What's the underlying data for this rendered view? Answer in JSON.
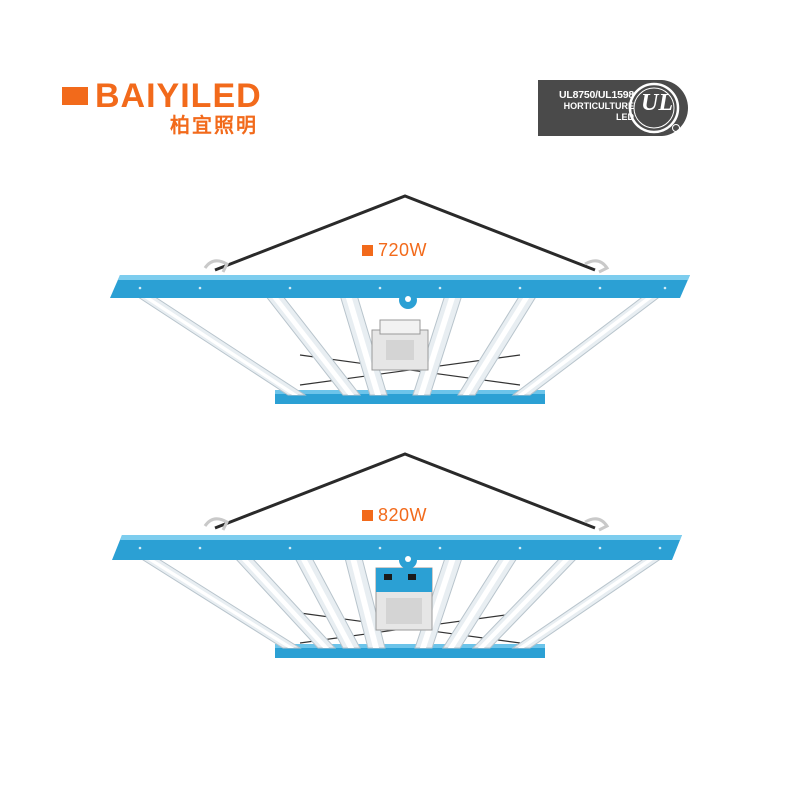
{
  "brand": {
    "name": "BAIYILED",
    "chinese_name": "柏宜照明",
    "color": "#f26a1b"
  },
  "certification": {
    "line1": "UL8750/UL1598",
    "line2": "HORTICULTURE",
    "line3": "LED",
    "mark": "UL",
    "badge_color": "#4a4a4a"
  },
  "products": [
    {
      "wattage_label": "720W",
      "bars": 6
    },
    {
      "wattage_label": "820W",
      "bars": 8
    }
  ],
  "colors": {
    "frame_blue": "#2ba0d4",
    "bar_white": "#e8eef2",
    "cable": "#2a2a2a"
  }
}
